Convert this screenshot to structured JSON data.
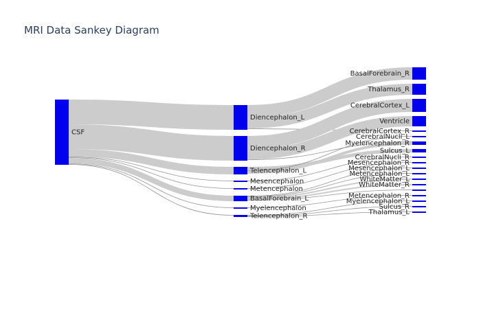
{
  "title": "MRI Data Sankey Diagram",
  "colors": {
    "node": "#0000ee",
    "link": "#cccccc",
    "link_thin": "#888888",
    "label": "#222222",
    "title": "#2a3f5f"
  },
  "chart_data": {
    "type": "sankey",
    "title": "MRI Data Sankey Diagram",
    "nodes": [
      {
        "id": "csf",
        "label": "CSF"
      },
      {
        "id": "dien_l",
        "label": "Diencephalon_L"
      },
      {
        "id": "dien_r",
        "label": "Diencephalon_R"
      },
      {
        "id": "tel_l",
        "label": "Telencephalon_L"
      },
      {
        "id": "mes",
        "label": "Mesencephalon"
      },
      {
        "id": "met",
        "label": "Metencephalon"
      },
      {
        "id": "bf_l",
        "label": "BasalForebrain_L"
      },
      {
        "id": "mye",
        "label": "Myelencephalon"
      },
      {
        "id": "tel_r",
        "label": "Telencephalon_R"
      },
      {
        "id": "bf_r",
        "label": "BasalForebrain_R"
      },
      {
        "id": "thal_r",
        "label": "Thalamus_R"
      },
      {
        "id": "cc_l",
        "label": "CerebralCortex_L"
      },
      {
        "id": "vent",
        "label": "Ventricle"
      },
      {
        "id": "cc_r",
        "label": "CerebralCortex_R"
      },
      {
        "id": "cn_l",
        "label": "CerebralNucli_L"
      },
      {
        "id": "mye_r",
        "label": "Myelencephalon_R"
      },
      {
        "id": "sul_l",
        "label": "Sulcus_L"
      },
      {
        "id": "cn_r",
        "label": "CerebralNucli_R"
      },
      {
        "id": "mes_r",
        "label": "Mesencephalon_R"
      },
      {
        "id": "mes_l",
        "label": "Mesencephalon_L"
      },
      {
        "id": "met_l",
        "label": "Metencephalon_L"
      },
      {
        "id": "wm_l",
        "label": "WhiteMatter_L"
      },
      {
        "id": "wm_r",
        "label": "WhiteMatter_R"
      },
      {
        "id": "unl",
        "label": ""
      },
      {
        "id": "met_r",
        "label": "Metencephalon_R"
      },
      {
        "id": "mye_l",
        "label": "Myelencephalon_L"
      },
      {
        "id": "sul_r",
        "label": "Sulcus_R"
      },
      {
        "id": "thal_l",
        "label": "Thalamus_L"
      }
    ],
    "links": [
      {
        "source": "csf",
        "target": "dien_l",
        "value": 36
      },
      {
        "source": "csf",
        "target": "dien_r",
        "value": 36
      },
      {
        "source": "csf",
        "target": "tel_l",
        "value": 11
      },
      {
        "source": "csf",
        "target": "mes",
        "value": 1
      },
      {
        "source": "csf",
        "target": "met",
        "value": 1
      },
      {
        "source": "csf",
        "target": "bf_l",
        "value": 8
      },
      {
        "source": "csf",
        "target": "mye",
        "value": 1
      },
      {
        "source": "csf",
        "target": "tel_r",
        "value": 1
      },
      {
        "source": "dien_l",
        "target": "bf_r",
        "value": 18
      },
      {
        "source": "dien_l",
        "target": "thal_r",
        "value": 16
      },
      {
        "source": "dien_l",
        "target": "cc_r",
        "value": 1
      },
      {
        "source": "dien_r",
        "target": "cc_l",
        "value": 19
      },
      {
        "source": "dien_r",
        "target": "vent",
        "value": 15
      },
      {
        "source": "dien_r",
        "target": "mye_r",
        "value": 1
      },
      {
        "source": "tel_l",
        "target": "sul_l",
        "value": 5
      },
      {
        "source": "tel_l",
        "target": "cn_l",
        "value": 1
      },
      {
        "source": "tel_l",
        "target": "mye_r",
        "value": 4
      },
      {
        "source": "mes",
        "target": "cn_r",
        "value": 1
      },
      {
        "source": "met",
        "target": "mes_r",
        "value": 1
      },
      {
        "source": "bf_l",
        "target": "mes_l",
        "value": 1
      },
      {
        "source": "bf_l",
        "target": "met_l",
        "value": 1
      },
      {
        "source": "bf_l",
        "target": "wm_l",
        "value": 2
      },
      {
        "source": "bf_l",
        "target": "wm_r",
        "value": 2
      },
      {
        "source": "bf_l",
        "target": "unl",
        "value": 1
      },
      {
        "source": "mye",
        "target": "met_r",
        "value": 1
      },
      {
        "source": "tel_r",
        "target": "mye_l",
        "value": 1
      },
      {
        "source": "tel_r",
        "target": "sul_r",
        "value": 1
      },
      {
        "source": "tel_r",
        "target": "thal_l",
        "value": 1
      }
    ]
  }
}
